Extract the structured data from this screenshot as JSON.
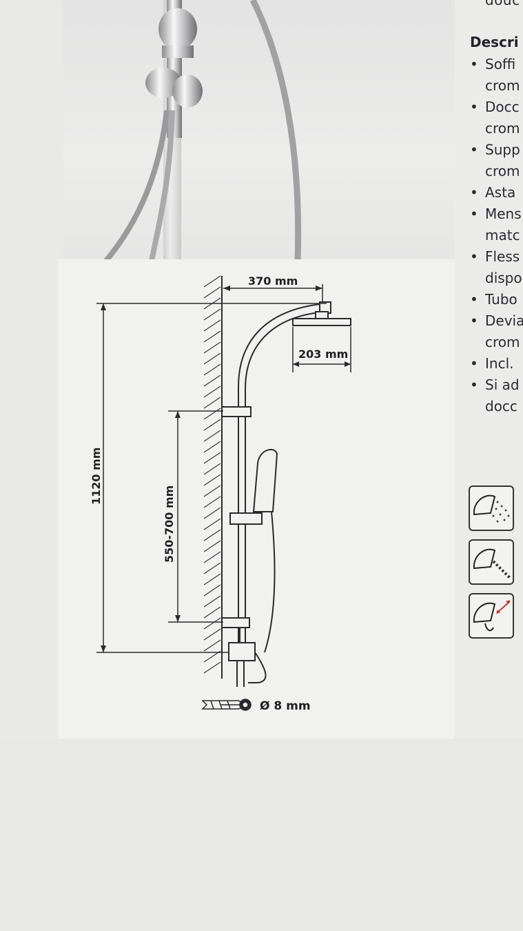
{
  "page": {
    "top_fragment": "douc",
    "description_heading": "Descri",
    "bullets": [
      {
        "line1": "Soffi",
        "line2": "crom"
      },
      {
        "line1": "Docc",
        "line2": "crom"
      },
      {
        "line1": "Supp",
        "line2": "crom"
      },
      {
        "line1": "Asta",
        "line2": ""
      },
      {
        "line1": "Mens",
        "line2": "matc"
      },
      {
        "line1": "Fless",
        "line2": "dispo"
      },
      {
        "line1": "Tubo",
        "line2": ""
      },
      {
        "line1": "Devia",
        "line2": "crom"
      },
      {
        "line1": "Incl.",
        "line2": ""
      },
      {
        "line1": "Si ad",
        "line2": "docc"
      }
    ],
    "bullet_char": "•"
  },
  "diagram": {
    "width_label": "370 mm",
    "head_diameter_label": "203 mm",
    "total_height_label": "1120 mm",
    "bar_range_label": "550-700 mm",
    "anchor_label": "Ø 8 mm"
  },
  "icons": [
    "shower-spray-icon",
    "shower-massage-jet-icon",
    "shower-adjustable-icon"
  ],
  "colors": {
    "line": "#2a2a2e",
    "panel": "#f1f1ef",
    "background": "#e9e9e7",
    "accent_arrow": "#c0392b"
  }
}
